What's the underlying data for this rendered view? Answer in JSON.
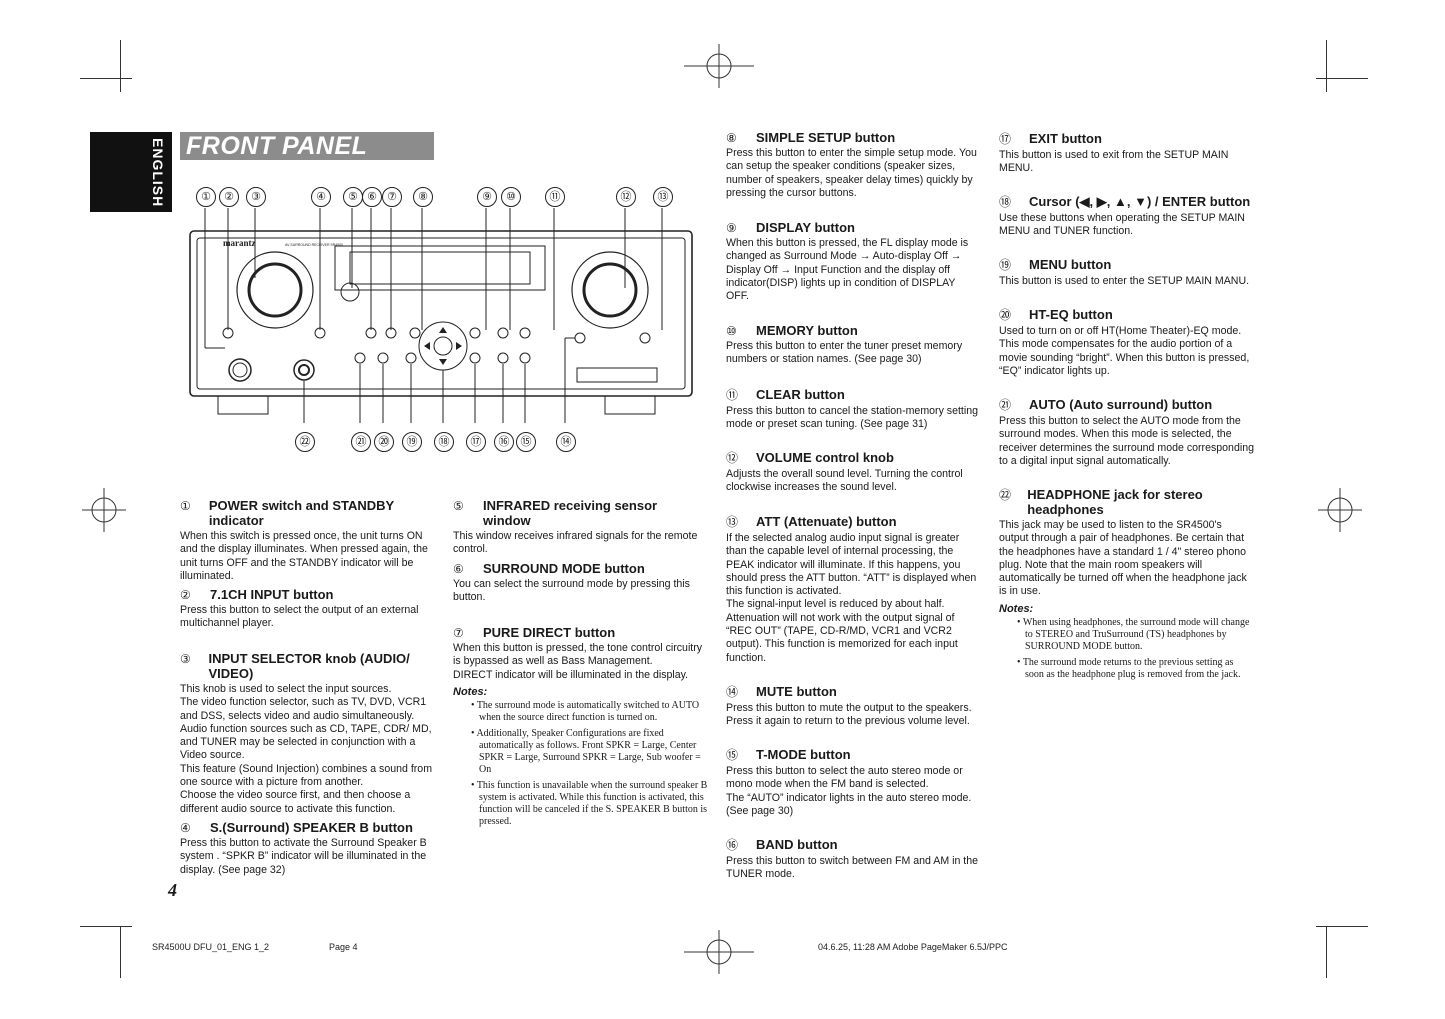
{
  "language_tab": "ENGLISH",
  "page_title": "FRONT PANEL",
  "diagram": {
    "brand": "marantz",
    "model_label": "AV SURROUND RECEIVER SR4500",
    "top_callouts": [
      "①",
      "②",
      "③",
      "④",
      "⑤",
      "⑥",
      "⑦",
      "⑧",
      "⑨",
      "⑩",
      "⑪",
      "⑫",
      "⑬"
    ],
    "bottom_callouts": [
      "㉒",
      "㉑",
      "⑳",
      "⑲",
      "⑱",
      "⑰",
      "⑯",
      "⑮",
      "⑭"
    ]
  },
  "sections": [
    {
      "num": "①",
      "title": "POWER switch and STANDBY indicator",
      "body": [
        "When this switch is pressed once, the unit turns ON and the display illuminates. When pressed again, the unit turns OFF and the STANDBY indicator will be illuminated."
      ]
    },
    {
      "num": "②",
      "title": "7.1CH INPUT button",
      "body": [
        "Press this button to select the output of an external multichannel player."
      ]
    },
    {
      "num": "③",
      "title": "INPUT SELECTOR knob (AUDIO/ VIDEO)",
      "body": [
        "This knob is used to select the input sources.",
        "The video function selector, such as TV, DVD, VCR1 and DSS, selects video and audio simultaneously.",
        "Audio function sources such as CD, TAPE, CDR/ MD, and TUNER may be selected in conjunction with a Video source.",
        "This feature (Sound Injection) combines a sound from one source with a picture from another.",
        "Choose the video source first, and then choose a different audio source to activate this function."
      ]
    },
    {
      "num": "④",
      "title": "S.(Surround) SPEAKER B button",
      "body": [
        "Press this button to activate the Surround Speaker B system . “SPKR B” indicator will be illuminated in the display. (See page 32)"
      ]
    },
    {
      "num": "⑤",
      "title": "INFRARED receiving sensor window",
      "body": [
        "This window receives infrared signals for the remote control."
      ]
    },
    {
      "num": "⑥",
      "title": "SURROUND MODE button",
      "body": [
        "You can select the surround mode by pressing this button."
      ]
    },
    {
      "num": "⑦",
      "title": "PURE DIRECT button",
      "body": [
        "When this button is pressed, the tone control circuitry is bypassed as well as Bass Management.",
        "DIRECT indicator will be illuminated in the display."
      ],
      "notes_label": "Notes:",
      "notes": [
        "• The surround mode is automatically switched to AUTO when the source direct function is turned on.",
        "• Additionally, Speaker Configurations are fixed automatically as follows. Front SPKR = Large, Center SPKR = Large, Surround SPKR = Large, Sub woofer = On",
        "• This function is unavailable when the surround speaker B system is activated. While this function is activated, this function will be canceled if the S. SPEAKER B button is pressed."
      ]
    },
    {
      "num": "⑧",
      "title": "SIMPLE SETUP button",
      "body": [
        "Press this button to enter the simple setup mode. You can setup the speaker conditions (speaker sizes, number of speakers, speaker delay times) quickly by pressing the cursor buttons."
      ]
    },
    {
      "num": "⑨",
      "title": "DISPLAY button",
      "body": [
        "When this button is pressed, the FL display mode is changed as Surround Mode → Auto-display Off → Display Off → Input Function and the display off indicator(DISP) lights up in condition of DISPLAY OFF."
      ]
    },
    {
      "num": "⑩",
      "title": "MEMORY button",
      "body": [
        "Press this button to enter the tuner preset memory numbers or station names. (See page 30)"
      ]
    },
    {
      "num": "⑪",
      "title": "CLEAR button",
      "body": [
        "Press this button to cancel the station-memory setting mode or preset scan tuning. (See page 31)"
      ]
    },
    {
      "num": "⑫",
      "title": "VOLUME control knob",
      "body": [
        "Adjusts the overall sound level. Turning the control clockwise increases the sound level."
      ]
    },
    {
      "num": "⑬",
      "title": "ATT (Attenuate) button",
      "body": [
        "If the selected analog audio input signal is greater than the capable level of internal processing, the PEAK indicator will illuminate. If this happens, you should press the ATT button. “ATT” is displayed when this function is activated.",
        "The signal-input level is reduced by about half. Attenuation will not work with the output signal of “REC OUT” (TAPE, CD-R/MD, VCR1 and VCR2 output). This function is memorized for each input function."
      ]
    },
    {
      "num": "⑭",
      "title": "MUTE button",
      "body": [
        "Press this button to mute the output to the speakers. Press it again to return to the previous volume level."
      ]
    },
    {
      "num": "⑮",
      "title": "T-MODE button",
      "body": [
        "Press this button to select the auto stereo mode or mono mode when the FM band is selected.",
        "The “AUTO” indicator lights in the auto stereo mode. (See page 30)"
      ]
    },
    {
      "num": "⑯",
      "title": "BAND button",
      "body": [
        "Press this button to switch between FM and AM in the TUNER mode."
      ]
    },
    {
      "num": "⑰",
      "title": "EXIT button",
      "body": [
        "This button is used to exit from the SETUP MAIN MENU."
      ]
    },
    {
      "num": "⑱",
      "title": "Cursor (◀, ▶, ▲, ▼) / ENTER button",
      "body": [
        "Use these buttons when operating the SETUP MAIN MENU and TUNER function."
      ]
    },
    {
      "num": "⑲",
      "title": "MENU button",
      "body": [
        "This button is used to enter the SETUP MAIN MANU."
      ]
    },
    {
      "num": "⑳",
      "title": "HT-EQ button",
      "body": [
        "Used to turn on or off HT(Home Theater)-EQ mode. This mode compensates for the audio portion of a movie sounding “bright”. When this button is pressed, “EQ” indicator lights up."
      ]
    },
    {
      "num": "㉑",
      "title": "AUTO (Auto surround) button",
      "body": [
        "Press this button to select the AUTO mode from the surround modes. When this mode is selected, the receiver determines the surround mode corresponding to a digital input signal automatically."
      ]
    },
    {
      "num": "㉒",
      "title": "HEADPHONE jack for stereo headphones",
      "body": [
        "This jack may be used to listen to the SR4500's output through a pair of headphones. Be certain that the headphones have a standard 1 / 4\" stereo phono plug. Note that the main room speakers will automatically be turned off when the headphone jack is in use."
      ],
      "notes_label": "Notes:",
      "notes": [
        "• When using headphones, the surround mode will change to STEREO and TruSurround (TS) headphones by SURROUND MODE button.",
        "• The surround mode returns to the previous setting as soon as the headphone plug is removed from the jack."
      ]
    }
  ],
  "page_number": "4",
  "footer": {
    "file": "SR4500U DFU_01_ENG 1_2",
    "page": "Page 4",
    "stamp": "04.6.25, 11:28 AM   Adobe PageMaker 6.5J/PPC"
  }
}
